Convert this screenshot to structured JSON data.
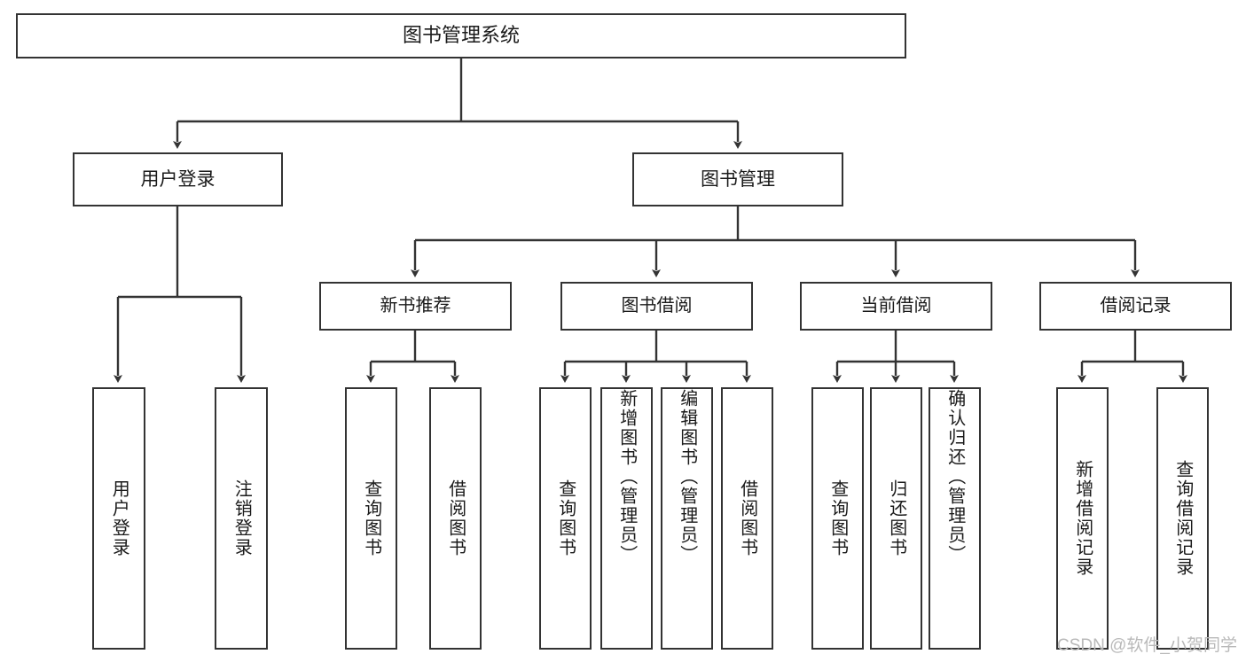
{
  "diagram": {
    "type": "tree-hierarchy",
    "title": "图书管理系统",
    "root": {
      "label": "图书管理系统"
    },
    "level1": [
      {
        "label": "用户登录"
      },
      {
        "label": "图书管理"
      }
    ],
    "level2": [
      {
        "label": "新书推荐"
      },
      {
        "label": "图书借阅"
      },
      {
        "label": "当前借阅"
      },
      {
        "label": "借阅记录"
      }
    ],
    "leaves": {
      "user_login": [
        {
          "label": "用户登录"
        },
        {
          "label": "注销登录"
        }
      ],
      "new_book_recommend": [
        {
          "label": "查询图书"
        },
        {
          "label": "借阅图书"
        }
      ],
      "book_borrow": [
        {
          "label": "查询图书"
        },
        {
          "label": "新增图书（管理员）"
        },
        {
          "label": "编辑图书（管理员）"
        },
        {
          "label": "借阅图书"
        }
      ],
      "current_borrow": [
        {
          "label": "查询图书"
        },
        {
          "label": "归还图书"
        },
        {
          "label": "确认归还（管理员）"
        }
      ],
      "borrow_record": [
        {
          "label": "新增借阅记录"
        },
        {
          "label": "查询借阅记录"
        }
      ]
    }
  },
  "watermark": {
    "text": "CSDN @软件_小贺同学"
  },
  "colors": {
    "stroke": "#333333",
    "fill": "#ffffff",
    "text": "#1a1a1a",
    "watermark": "#b9b9b9"
  }
}
